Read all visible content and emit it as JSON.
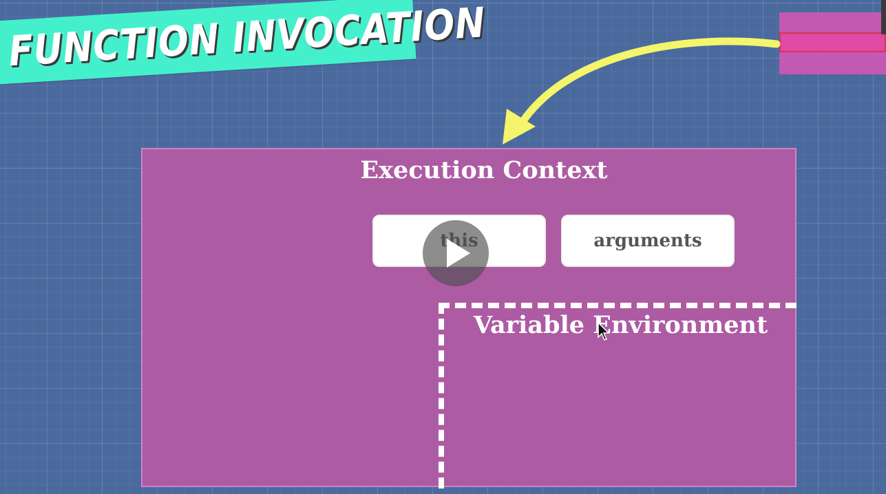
{
  "banner": {
    "title": "FUNCTION INVOCATION"
  },
  "execution_context": {
    "title": "Execution Context",
    "pills": [
      "this",
      "arguments"
    ]
  },
  "variable_environment": {
    "title": "Variable Environment"
  },
  "video": {
    "play_label": "play-icon"
  },
  "colors": {
    "background": "#4a6a9e",
    "banner": "#44f0cb",
    "context_box": "#ad5ba3",
    "stack_frame": "#c958b3",
    "stack_active": "#e04aa5",
    "arrow": "#f4f56a"
  }
}
